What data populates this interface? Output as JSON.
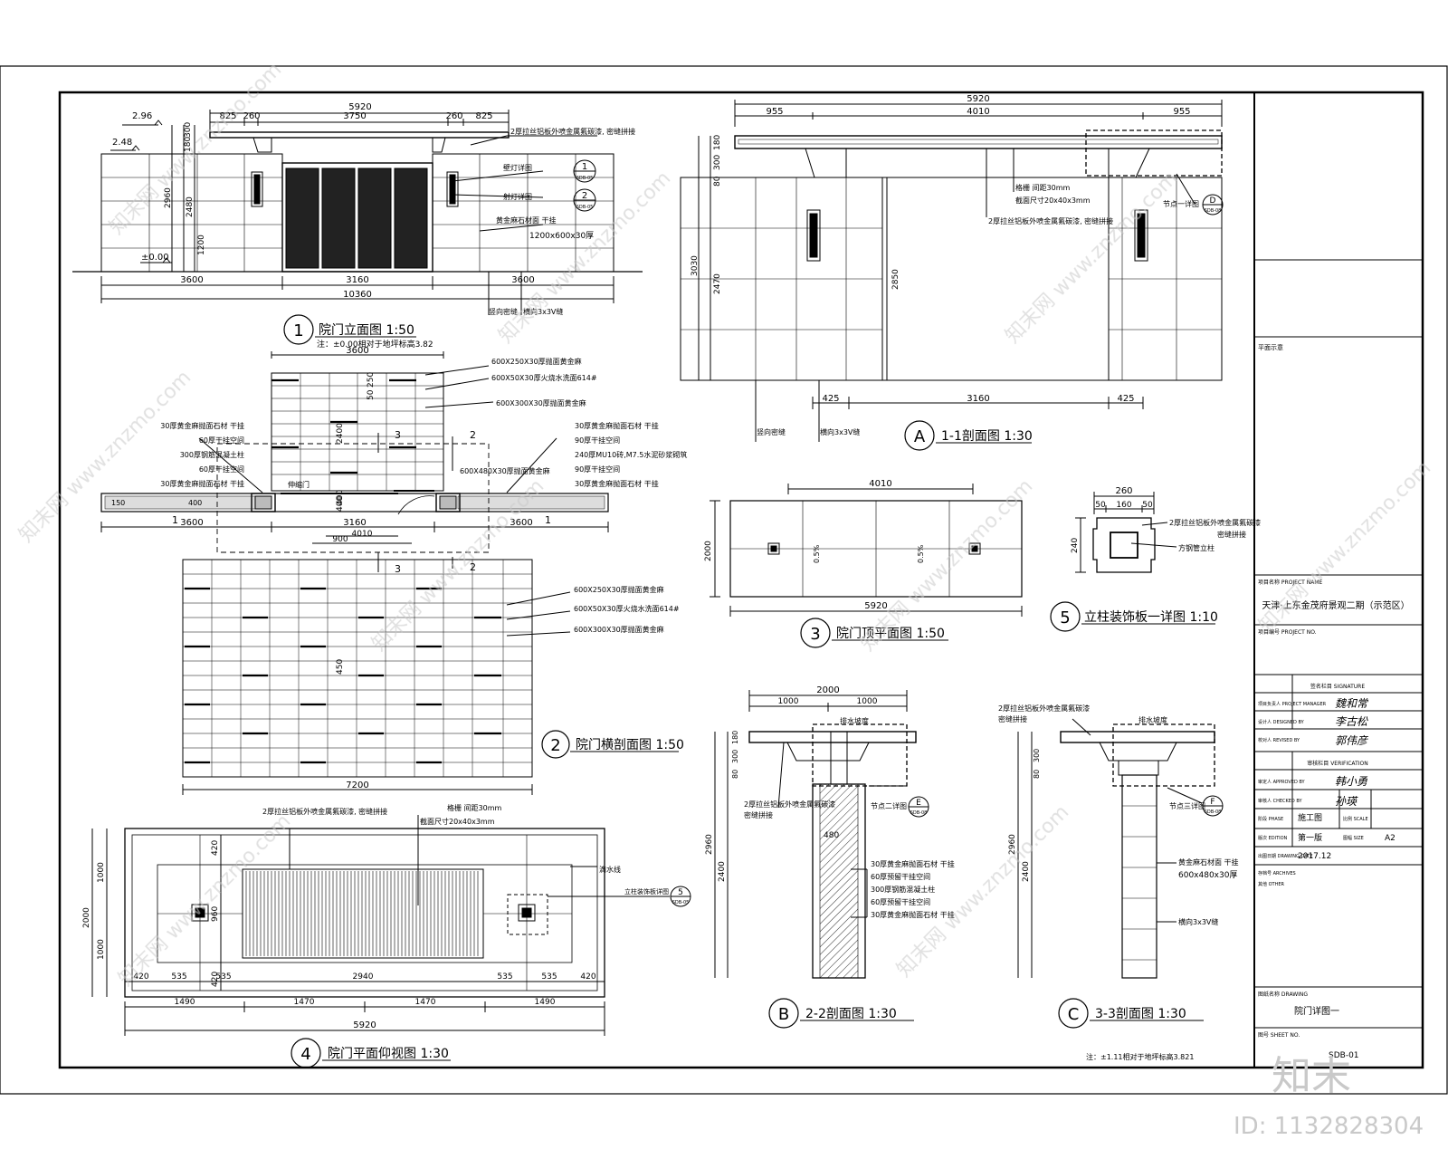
{
  "elevation1": {
    "num": "1",
    "title": "院门立面图 1:50",
    "note": "注：±0.00相对于地坪标高3.82",
    "top_dims": [
      "5920",
      "825",
      "260",
      "3750",
      "260",
      "825"
    ],
    "levels": [
      "2.96",
      "2.48",
      "±0.00"
    ],
    "left_dims": [
      "300",
      "180",
      "2960",
      "2480",
      "1200"
    ],
    "bottom_dims": [
      "3600",
      "3160",
      "3600",
      "10360"
    ],
    "callouts": [
      "2厚拉丝铝板外喷金属氟碳漆, 密缝拼接",
      "壁灯详图",
      "射灯详图",
      "黄金麻石材面 干挂",
      "1200x600x30厚",
      "竖向密缝",
      "横向3x3V缝"
    ],
    "refs": [
      {
        "n": "1",
        "s": "SDB-05"
      },
      {
        "n": "2",
        "s": "SDB-05"
      }
    ]
  },
  "section_A": {
    "num": "A",
    "title": "1-1剖面图 1:30",
    "top_dims": [
      "5920",
      "955",
      "4010",
      "955"
    ],
    "left_dims": [
      "180",
      "300",
      "80",
      "3030",
      "2470"
    ],
    "inner_dims": [
      "2850"
    ],
    "bottom_dims": [
      "425",
      "3160",
      "425"
    ],
    "callouts": [
      "格栅 间距30mm",
      "截面尺寸20x40x3mm",
      "2厚拉丝铝板外喷金属氟碳漆, 密缝拼接",
      "节点一详图",
      "竖向密缝",
      "横向3x3V缝"
    ],
    "ref": {
      "n": "D",
      "s": "SDB-08"
    }
  },
  "plan2": {
    "num": "2",
    "title": "院门横剖面图 1:50",
    "top_dims": [
      "3600",
      "250",
      "50",
      "2400",
      "400"
    ],
    "right_notes_top": [
      "600X250X30厚抛面黄金麻",
      "600X50X30厚火烧水洗面614#",
      "600X300X30厚抛面黄金麻"
    ],
    "left_notes": [
      "30厚黄金麻抛面石材 干挂",
      "60厚干挂空间",
      "300厚钢筋混凝土柱",
      "60厚干挂空间",
      "30厚黄金麻抛面石材 干挂"
    ],
    "right_notes": [
      "30厚黄金麻抛面石材 干挂",
      "90厚干挂空间",
      "240厚MU10砖,M7.5水泥砂浆砌筑",
      "90厚干挂空间",
      "30厚黄金麻抛面石材 干挂"
    ],
    "center_note": "600X480X30厚抛面黄金麻",
    "gate_label": "伸缩门",
    "mid_dims": [
      "3600",
      "3160",
      "3600",
      "400",
      "900",
      "4010",
      "450",
      "7200",
      "150",
      "400"
    ],
    "marks": [
      "1",
      "1",
      "2",
      "2",
      "3",
      "3"
    ],
    "lower_notes": [
      "600X250X30厚抛面黄金麻",
      "600X50X30厚火烧水洗面614#",
      "600X300X30厚抛面黄金麻"
    ]
  },
  "roof3": {
    "num": "3",
    "title": "院门顶平面图 1:50",
    "dims": [
      "4010",
      "5920",
      "2000"
    ],
    "slopes": [
      "0.5%",
      "0.5%"
    ]
  },
  "detail5": {
    "num": "5",
    "title": "立柱装饰板一详图 1:10",
    "dims": [
      "260",
      "50",
      "160",
      "50",
      "240"
    ],
    "callouts": [
      "2厚拉丝铝板外喷金属氟碳漆",
      "密缝拼接",
      "方钢管立柱"
    ]
  },
  "ceiling4": {
    "num": "4",
    "title": "院门平面仰视图 1:30",
    "top_notes": [
      "2厚拉丝铝板外喷金属氟碳漆, 密缝拼接",
      "格栅 间距30mm",
      "截面尺寸20x40x3mm"
    ],
    "right_notes": [
      "滴水线",
      "立柱装饰板详图"
    ],
    "ref": {
      "n": "5",
      "s": "SDB-05"
    },
    "left_dims": [
      "2000",
      "1000",
      "1000",
      "420",
      "960",
      "420"
    ],
    "row1": [
      "420",
      "535",
      "535",
      "2940",
      "535",
      "535",
      "420"
    ],
    "row2": [
      "1490",
      "1470",
      "1470",
      "1490"
    ],
    "total": "5920"
  },
  "section_B": {
    "num": "B",
    "title": "2-2剖面图 1:30",
    "top_dims": [
      "2000",
      "1000",
      "1000"
    ],
    "top_note": "排水坡度",
    "left_dims": [
      "180",
      "300",
      "80",
      "2960",
      "2400"
    ],
    "inner": "480",
    "callouts": [
      "2厚拉丝铝板外喷金属氟碳漆",
      "密缝拼接",
      "节点二详图"
    ],
    "ref": {
      "n": "E",
      "s": "SDB-08"
    },
    "layers": [
      "30厚黄金麻抛面石材 干挂",
      "60厚预留干挂空间",
      "300厚钢筋混凝土柱",
      "60厚预留干挂空间",
      "30厚黄金麻抛面石材 干挂"
    ]
  },
  "section_C": {
    "num": "C",
    "title": "3-3剖面图 1:30",
    "top_notes": [
      "2厚拉丝铝板外喷金属氟碳漆",
      "密缝拼接",
      "排水坡度"
    ],
    "left_dims": [
      "300",
      "80",
      "2960",
      "2400"
    ],
    "callouts": [
      "节点三详图",
      "黄金麻石材面 干挂",
      "600x480x30厚",
      "横向3x3V缝"
    ],
    "ref": {
      "n": "F",
      "s": "SDB-08"
    },
    "note": "注：±1.11相对于地坪标高3.821"
  },
  "titleblock": {
    "plan_label": "平面示意",
    "project_name_label": "项目名称 PROJECT NAME",
    "project_name": "天津·上东金茂府景观二期（示范区）",
    "project_no_label": "项目编号 PROJECT NO.",
    "signature_label": "签名栏目 SIGNATURE",
    "rows_sig": [
      {
        "label": "项目负责人 PROJECT MANAGER",
        "sign": "魏和常"
      },
      {
        "label": "设计人 DESIGNED BY",
        "sign": "李古松"
      },
      {
        "label": "校对人 REVISED BY",
        "sign": "郭伟彦"
      }
    ],
    "verification_label": "审核栏目 VERIFICATION",
    "rows_ver": [
      {
        "label": "审定人 APPROVED BY",
        "sign": "韩小勇"
      },
      {
        "label": "审核人 CHECKED BY",
        "sign": "孙瑛"
      }
    ],
    "phase_label": "阶段 PHASE",
    "phase": "施工图",
    "scale_label": "比例 SCALE",
    "edition_label": "版次 EDITION",
    "edition": "第一版",
    "size_label": "图幅 SIZE",
    "size": "A2",
    "date_label": "出图日期 DRAWING DATE",
    "date": "2017.12",
    "archives_label": "存档号 ARCHIVES",
    "other_label": "其他 OTHER",
    "drawing_label": "图纸名称 DRAWING",
    "drawing_name": "院门详图一",
    "sheet_label": "图号 SHEET NO.",
    "sheet_no": "SDB-01"
  },
  "watermark": {
    "brand": "知末",
    "id": "ID: 1132828304",
    "tile": "知末网 www.znzmo.com"
  }
}
